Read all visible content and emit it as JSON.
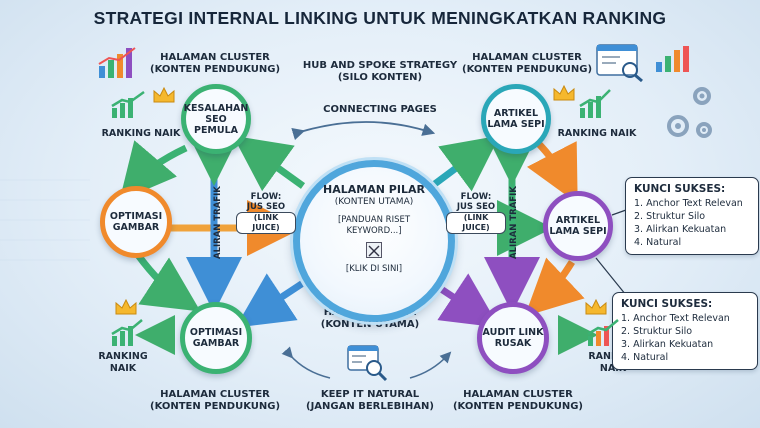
{
  "title": "STRATEGI INTERNAL LINKING UNTUK MENINGKATKAN RANKING",
  "labels": {
    "cluster_tl": [
      "HALAMAN CLUSTER",
      "(KONTEN PENDUKUNG)"
    ],
    "cluster_tr": [
      "HALAMAN CLUSTER",
      "(KONTEN PENDUKUNG)"
    ],
    "cluster_bl": [
      "HALAMAN CLUSTER",
      "(KONTEN PENDUKUNG)"
    ],
    "cluster_br": [
      "HALAMAN CLUSTER",
      "(KONTEN PENDUKUNG)"
    ],
    "hub": [
      "HUB AND SPOKE STRATEGY",
      "(SILO KONTEN)"
    ],
    "connecting": "CONNECTING PAGES",
    "pillar_bottom": [
      "HALAMAN PILAR",
      "(KONTEN UTAMA)"
    ],
    "keep_natural": [
      "KEEP IT NATURAL",
      "(JANGAN BERLEBIHAN)"
    ],
    "ranking_tl": "RANKING NAIK",
    "ranking_tr": "RANKING NAIK",
    "ranking_bl": [
      "RANKING",
      "NAIK"
    ],
    "ranking_br": [
      "RANKING",
      "NAIK"
    ]
  },
  "pillar": {
    "title": "HALAMAN PILAR",
    "subtitle": "(KONTEN UTAMA)",
    "panduan": [
      "[PANDUAN RISET",
      "KEYWORD...]"
    ],
    "klik": "[KLIK DI SINI]"
  },
  "nodes": {
    "kesalahan": [
      "KESALAHAN",
      "SEO",
      "PEMULA"
    ],
    "artikel_top": [
      "ARTIKEL",
      "LAMA SEPI"
    ],
    "optimasi_left": [
      "OPTIMASI",
      "GAMBAR"
    ],
    "artikel_right": [
      "ARTIKEL",
      "LAMA SEPI"
    ],
    "optimasi_bottom": [
      "OPTIMASI",
      "GAMBAR"
    ],
    "audit": [
      "AUDIT LINK",
      "RUSAK"
    ]
  },
  "flow_left": {
    "line1": "FLOW:",
    "line2": "JUS SEO",
    "pill": "(LINK JUICE)"
  },
  "flow_right": {
    "line1": "FLOW:",
    "line2": "JUS SEO",
    "pill": "(LINK JUICE)"
  },
  "aliran_left": "ALIRAN TRAFIK",
  "aliran_right": "ALIRAN TRAFIK",
  "kunci1": {
    "heading": "KUNCI SUKSES:",
    "items": [
      "1. Anchor Text Relevan",
      "2. Struktur Silo",
      "3. Alirkan Kekuatan",
      "4. Natural"
    ]
  },
  "kunci2": {
    "heading": "KUNCI SUKSES:",
    "items": [
      "1. Anchor Text Relevan",
      "2. Struktur Silo",
      "3. Alirkan Kekuatan",
      "4. Natural"
    ]
  },
  "colors": {
    "pillar_ring": "#4fa6dc",
    "green": "#3bb273",
    "teal": "#2aa7b8",
    "orange": "#f08a2c",
    "purple": "#8e4fc0",
    "blue": "#3f8fd6"
  }
}
